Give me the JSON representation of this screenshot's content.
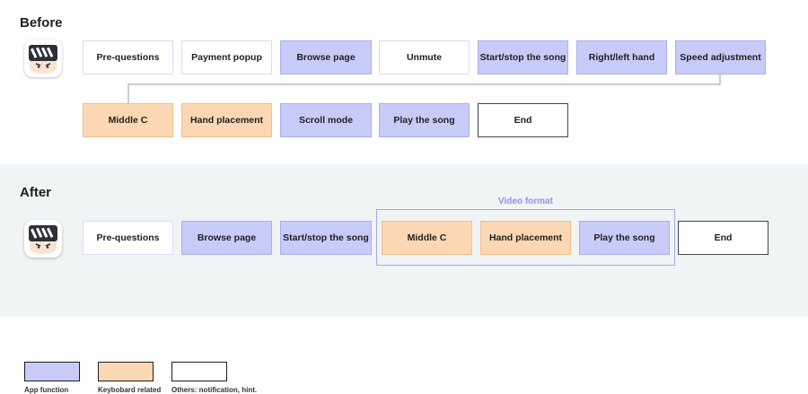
{
  "sections": {
    "before_title": "Before",
    "after_title": "After"
  },
  "before": {
    "row1": [
      "Pre-questions",
      "Payment popup",
      "Browse page",
      "Unmute",
      "Start/stop the song",
      "Right/left hand",
      "Speed adjustment"
    ],
    "row2": [
      "Middle C",
      "Hand placement",
      "Scroll mode",
      "Play the song",
      "End"
    ]
  },
  "after": {
    "steps": [
      "Pre-questions",
      "Browse page",
      "Start/stop the song",
      "Middle C",
      "Hand placement",
      "Play the song",
      "End"
    ],
    "group_label": "Video format"
  },
  "legend": {
    "app": "App function",
    "keyboard": "Keybobard related",
    "other": "Others: notification, hint."
  },
  "colors": {
    "app_function": "#c7cbf7",
    "keyboard_related": "#fbd8b3",
    "other": "#ffffff",
    "after_background": "#f1f4f5",
    "group_frame": "#a3a8ec"
  },
  "icons": {
    "avatar": "piano-character-icon"
  }
}
